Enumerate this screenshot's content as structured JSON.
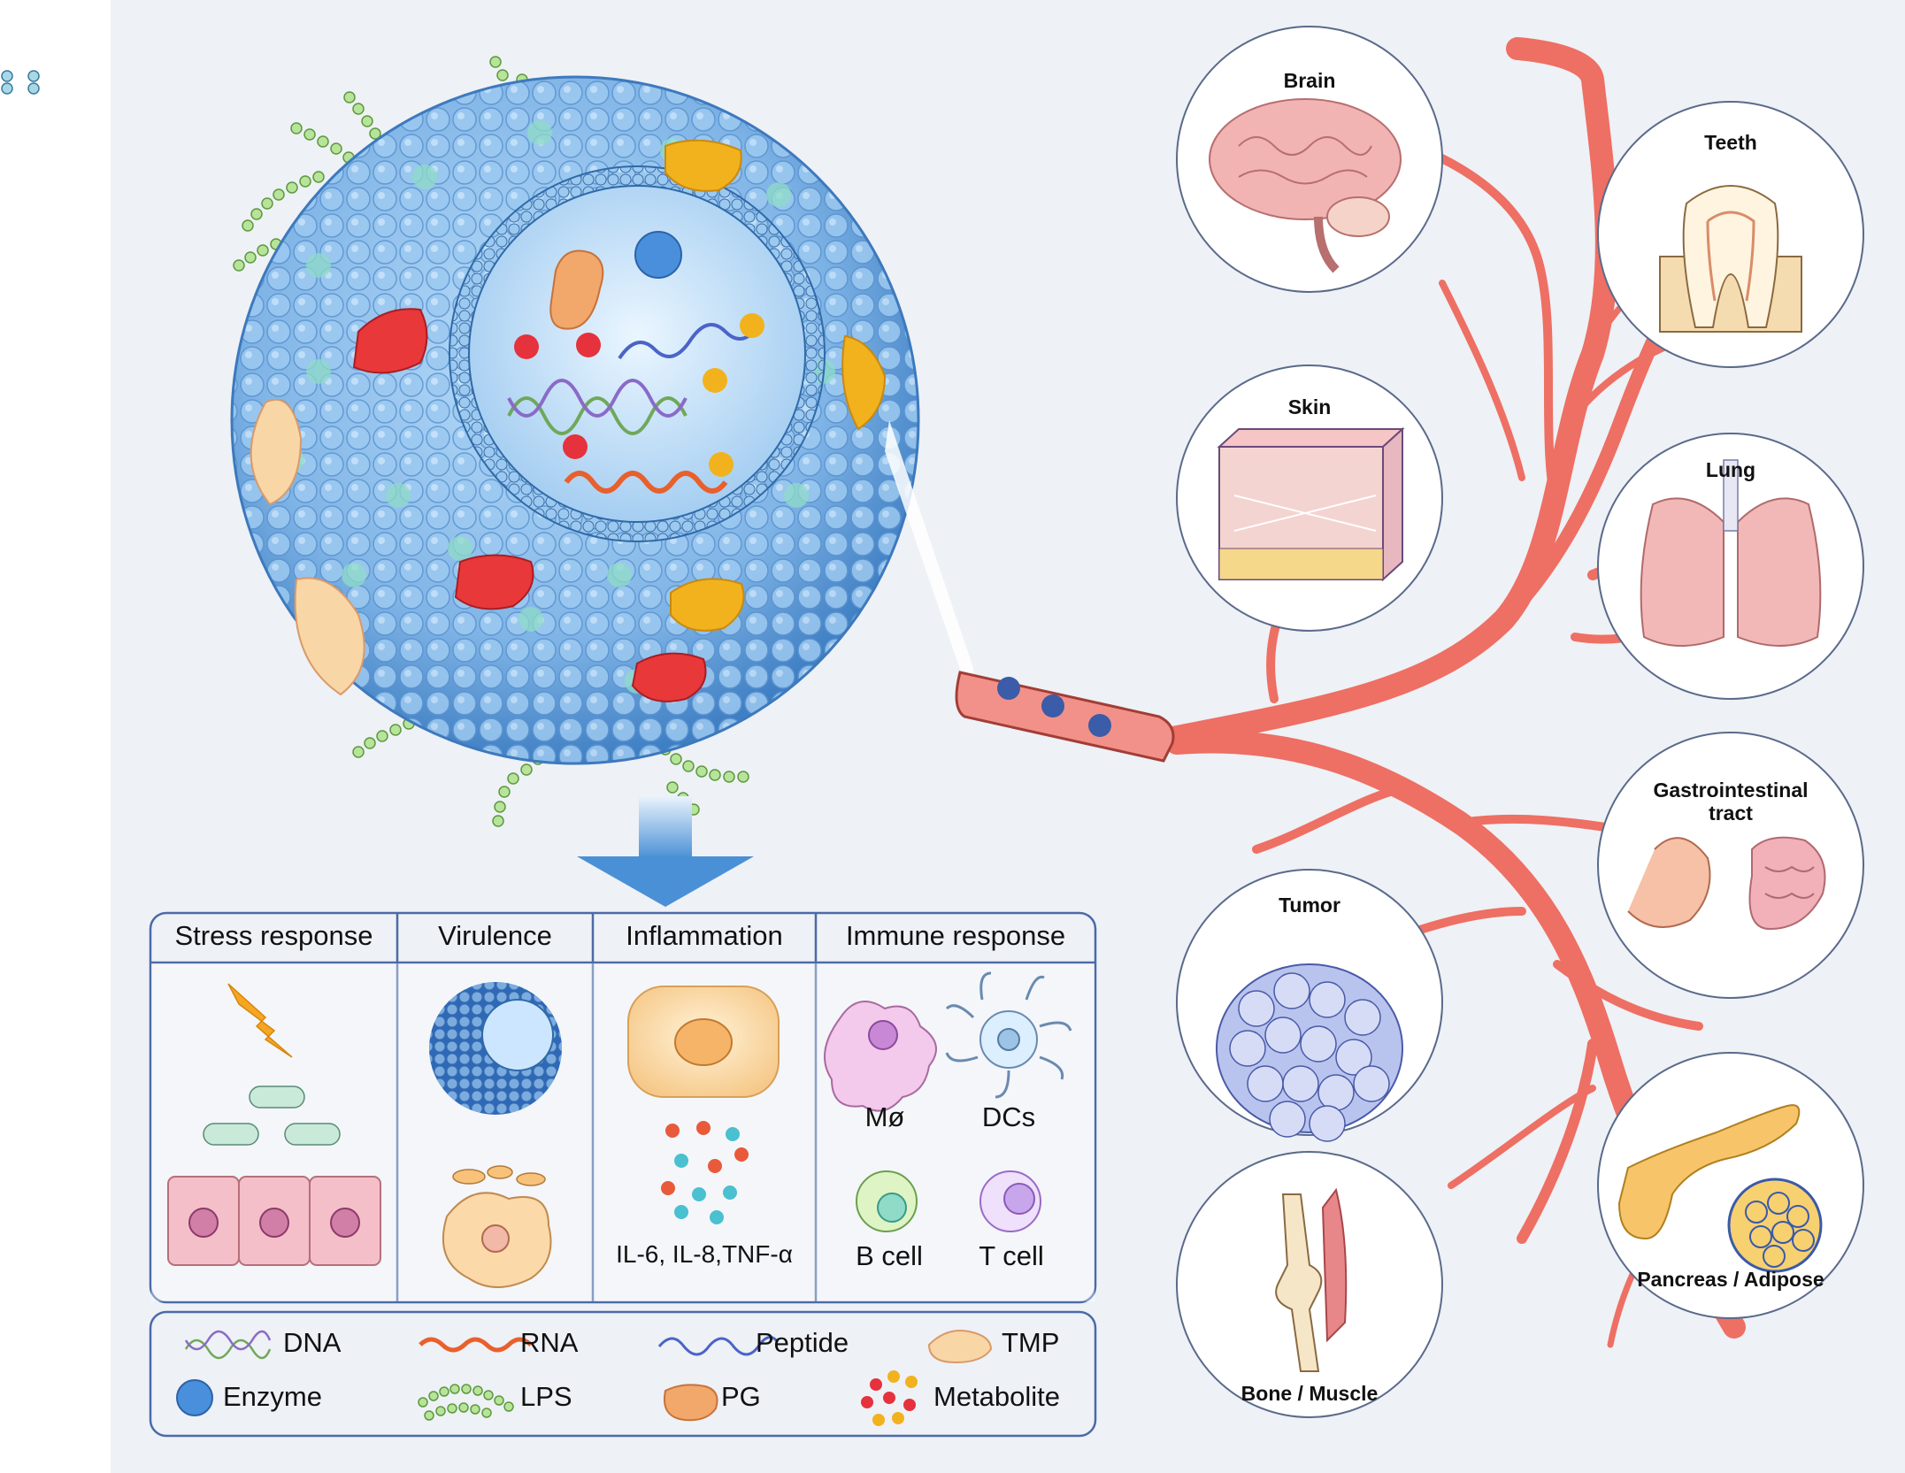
{
  "organs": {
    "brain": "Brain",
    "teeth": "Teeth",
    "skin": "Skin",
    "lung": "Lung",
    "gi_line1": "Gastrointestinal",
    "gi_line2": "tract",
    "tumor": "Tumor",
    "bone_muscle": "Bone / Muscle",
    "pancreas_adipose": "Pancreas / Adipose"
  },
  "table": {
    "headers": [
      "Stress response",
      "Virulence",
      "Inflammation",
      "Immune response"
    ],
    "inflammation_caption": "IL-6, IL-8,TNF-α",
    "immune_cells": [
      "Mø",
      "DCs",
      "B cell",
      "T cell"
    ]
  },
  "legend": [
    "DNA",
    "RNA",
    "Peptide",
    "TMP",
    "Enzyme",
    "LPS",
    "PG",
    "Metabolite"
  ],
  "colors": {
    "vesicle_blue": "#7fb4e6",
    "vessel_red": "#ee6f63",
    "arrow_blue": "#4a90d6",
    "frame_blue": "#4b6aa8"
  }
}
